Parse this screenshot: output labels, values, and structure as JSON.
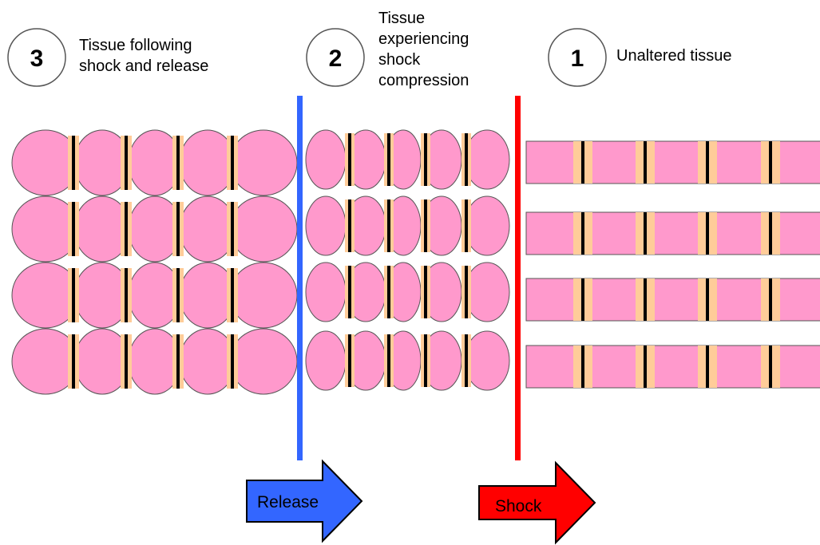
{
  "stages": [
    {
      "number": "3",
      "label": "Tissue following\nshock and release"
    },
    {
      "number": "2",
      "label": "Tissue\nexperiencing\nshock\ncompression"
    },
    {
      "number": "1",
      "label": "Unaltered tissue"
    }
  ],
  "arrows": {
    "release_label": "Release",
    "shock_label": "Shock"
  },
  "colors": {
    "tissue_fill": "#ff99cc",
    "band_light": "#ffcc99",
    "band_dark": "#000000",
    "release_blue": "#3366ff",
    "shock_red": "#ff0000"
  }
}
